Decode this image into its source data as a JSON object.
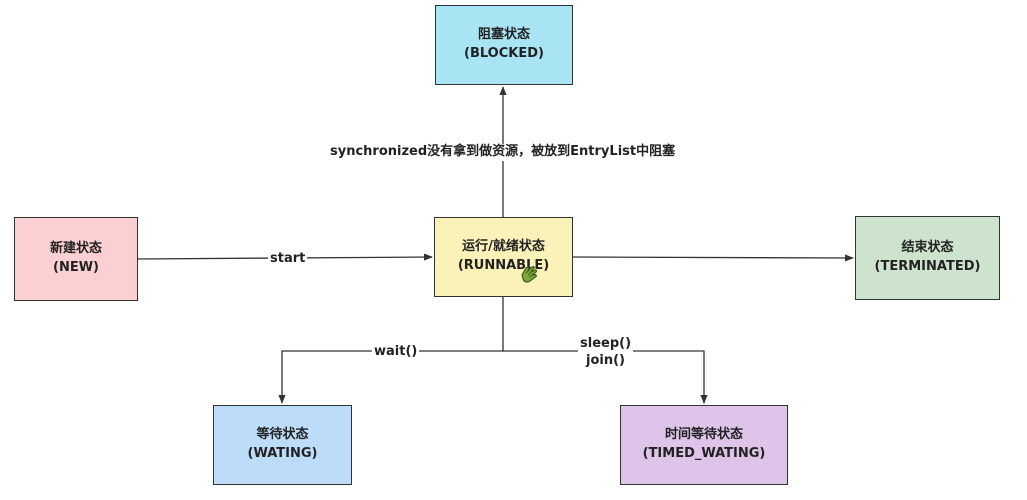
{
  "nodes": {
    "blocked": {
      "title": "阻塞状态",
      "subtitle": "(BLOCKED)"
    },
    "new": {
      "title": "新建状态",
      "subtitle": "(NEW)"
    },
    "runnable": {
      "title": "运行/就绪状态",
      "subtitle": "(RUNNABLE)"
    },
    "terminated": {
      "title": "结束状态",
      "subtitle": "(TERMINATED)"
    },
    "waiting": {
      "title": "等待状态",
      "subtitle": "(WATING)"
    },
    "timed": {
      "title": "时间等待状态",
      "subtitle": "(TIMED_WATING)"
    }
  },
  "edges": {
    "to_blocked": "synchronized没有拿到做资源，被放到EntryList中阻塞",
    "start": "start",
    "wait": "wait()",
    "sleep": "sleep()",
    "join": "join()"
  },
  "colors": {
    "blocked": "#a8e4f3",
    "new": "#fbd0d2",
    "runnable": "#fbf2b9",
    "terminated": "#cde3cd",
    "waiting": "#bcdcf9",
    "timed": "#ddc4e8",
    "line": "#333333"
  },
  "icons": {
    "cursor": "hand-pointer-icon"
  }
}
